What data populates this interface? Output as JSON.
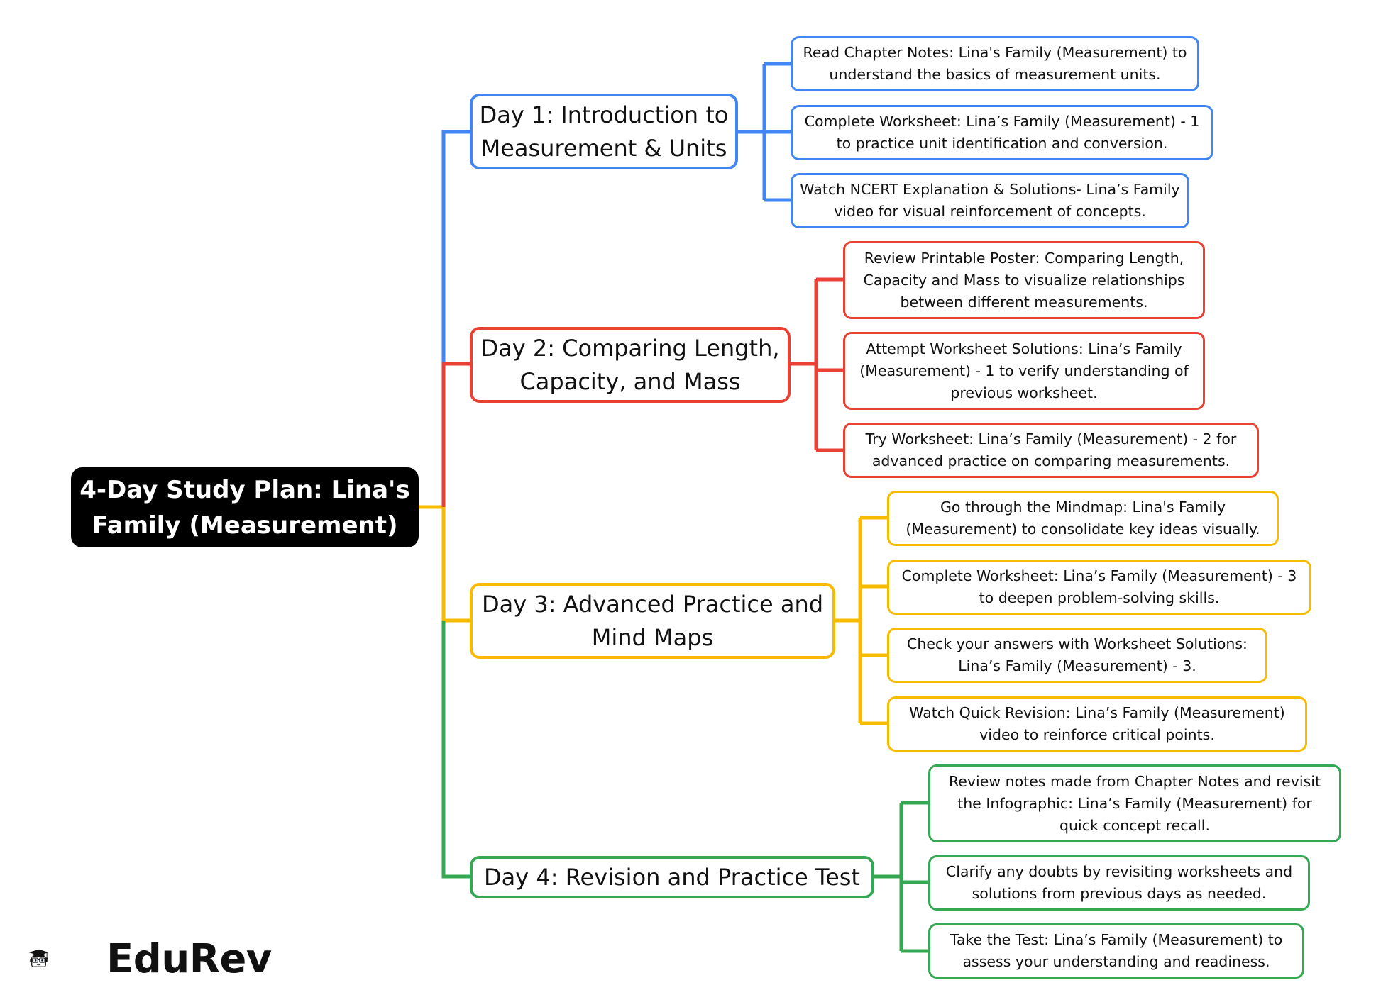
{
  "root": {
    "title": "4-Day Study Plan: Lina's Family (Measurement)"
  },
  "colors": {
    "day1": "#4285f4",
    "day2": "#e94235",
    "day3": "#f7bb00",
    "day4": "#34a853",
    "root": "#000000"
  },
  "days": [
    {
      "title": "Day 1: Introduction to Measurement & Units",
      "tasks": [
        "Read Chapter Notes: Lina's Family (Measurement) to understand the basics of measurement units.",
        "Complete Worksheet: Lina’s Family (Measurement) - 1 to practice unit identification and conversion.",
        "Watch NCERT Explanation & Solutions- Lina’s Family video for visual reinforcement of concepts."
      ]
    },
    {
      "title": "Day 2: Comparing Length, Capacity, and Mass",
      "tasks": [
        "Review Printable Poster: Comparing Length, Capacity and Mass to visualize relationships between different measurements.",
        "Attempt Worksheet Solutions: Lina’s Family (Measurement) - 1 to verify understanding of previous worksheet.",
        "Try Worksheet: Lina’s Family (Measurement) - 2 for advanced practice on comparing measurements."
      ]
    },
    {
      "title": "Day 3: Advanced Practice and Mind Maps",
      "tasks": [
        "Go through the Mindmap: Lina's Family (Measurement) to consolidate key ideas visually.",
        "Complete Worksheet: Lina’s Family (Measurement) - 3 to deepen problem-solving skills.",
        "Check your answers with Worksheet Solutions: Lina’s Family (Measurement) - 3.",
        "Watch Quick Revision: Lina’s Family (Measurement) video to reinforce critical points."
      ]
    },
    {
      "title": "Day 4: Revision and Practice Test",
      "tasks": [
        "Review notes made from Chapter Notes and revisit the Infographic: Lina’s Family (Measurement) for quick concept recall.",
        "Clarify any doubts by revisiting worksheets and solutions from previous days as needed.",
        "Take the Test: Lina’s Family (Measurement) to assess your understanding and readiness."
      ]
    }
  ],
  "brand": {
    "name": "EduRev",
    "icon": "graduation-cap-mascot-icon"
  }
}
